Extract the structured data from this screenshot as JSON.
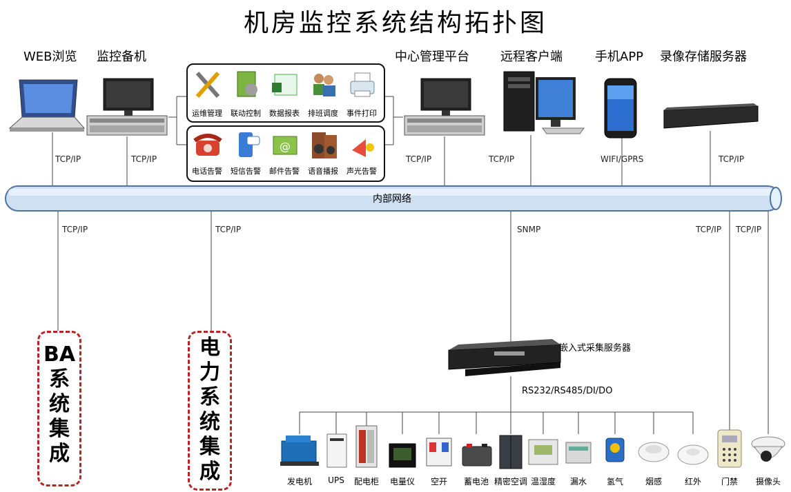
{
  "title": "机房监控系统结构拓扑图",
  "top_nodes": [
    {
      "label": "WEB浏览",
      "protocol": "TCP/IP"
    },
    {
      "label": "监控备机",
      "protocol": "TCP/IP"
    },
    {
      "label": "中心管理平台",
      "protocol": "TCP/IP"
    },
    {
      "label": "远程客户端",
      "protocol": "TCP/IP"
    },
    {
      "label": "手机APP",
      "protocol": "WIFI/GPRS"
    },
    {
      "label": "录像存储服务器",
      "protocol": "TCP/IP"
    }
  ],
  "functions": [
    "运维管理",
    "联动控制",
    "数据报表",
    "排班调度",
    "事件打印"
  ],
  "alarms": [
    "电话告警",
    "短信告警",
    "邮件告警",
    "语音播报",
    "声光告警"
  ],
  "network_label": "内部网络",
  "lower_protocols": {
    "ba": "TCP/IP",
    "power": "TCP/IP",
    "snmp": "SNMP",
    "door": "TCP/IP",
    "camera": "TCP/IP"
  },
  "ba_system": [
    "BA",
    "系",
    "统",
    "集",
    "成"
  ],
  "power_system": [
    "电",
    "力",
    "系",
    "统",
    "集",
    "成"
  ],
  "collector_label": "嵌入式采集服务器",
  "collector_protocol": "RS232/RS485/DI/DO",
  "devices": [
    "发电机",
    "UPS",
    "配电柜",
    "电量仪",
    "空开",
    "蓄电池",
    "精密空调",
    "温湿度",
    "漏水",
    "氢气",
    "烟感",
    "红外",
    "门禁",
    "摄像头"
  ],
  "colors": {
    "pipe": "#c8dcf0",
    "pipe_border": "#5a7fa8",
    "dash": "#b22222"
  }
}
